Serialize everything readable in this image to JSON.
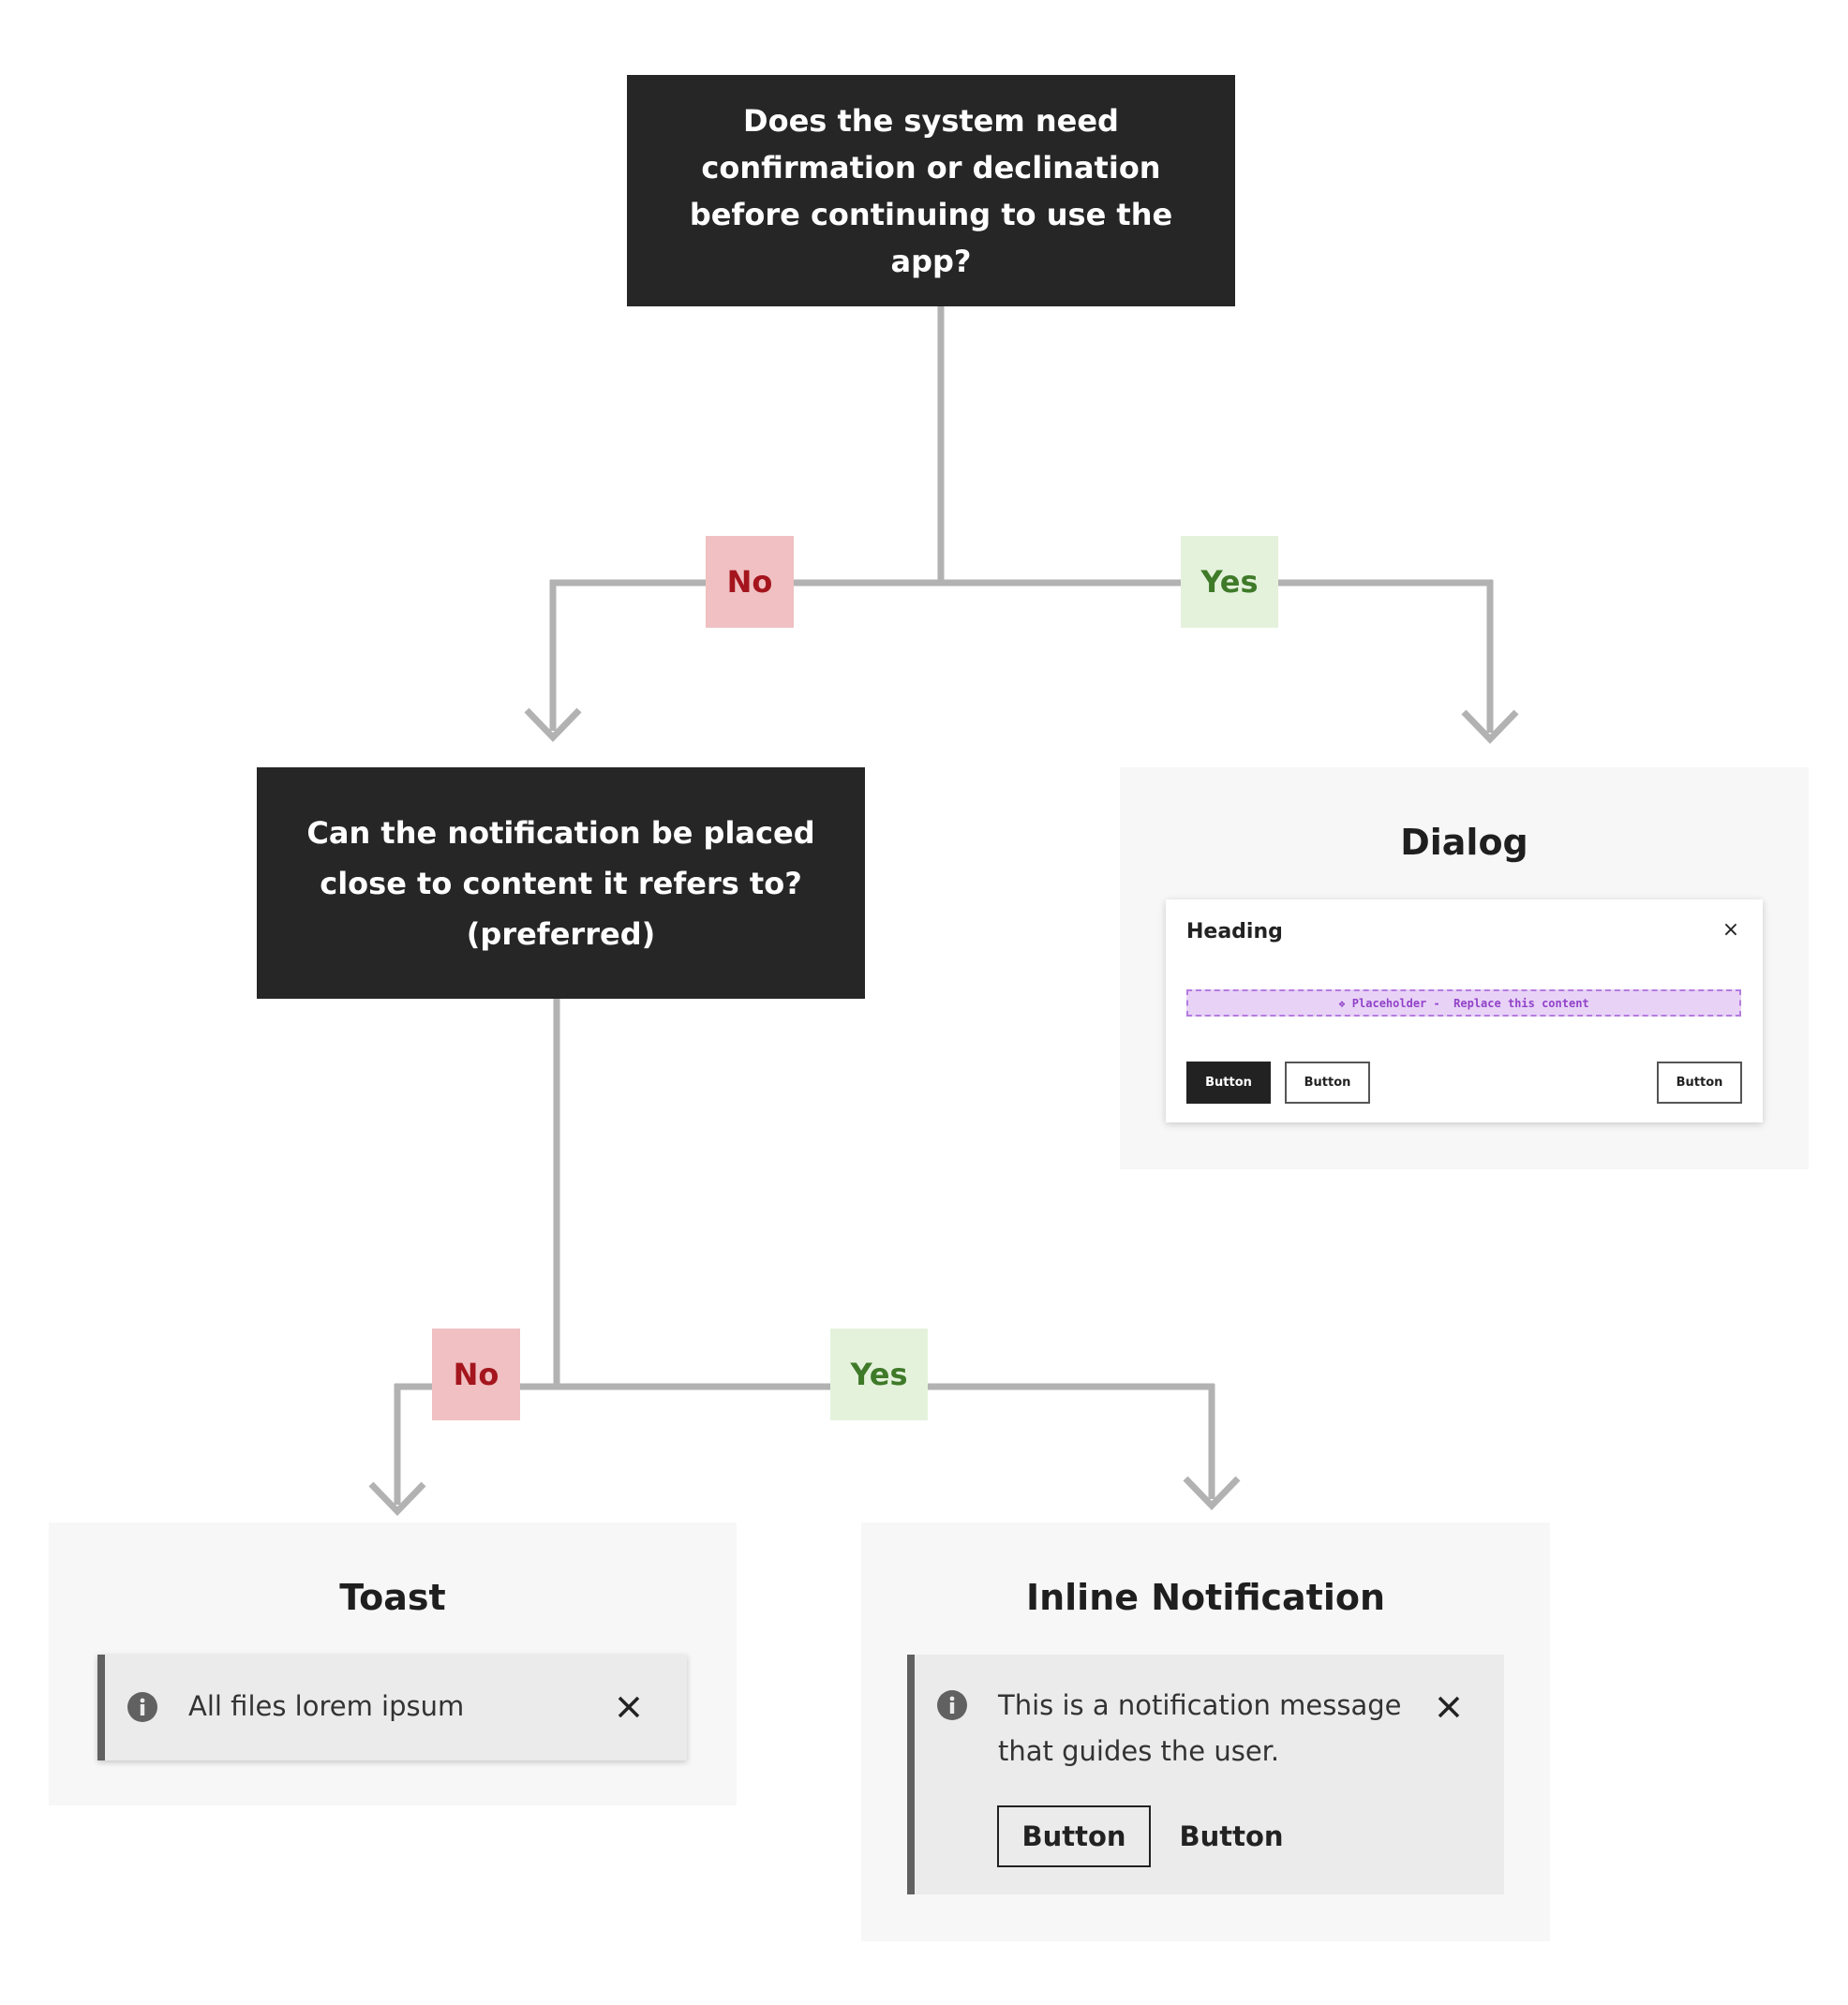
{
  "questions": {
    "q1": "Does the system need confirmation or declination before continuing to use the app?",
    "q2": "Can the notification be placed close to content it refers to? (preferred)"
  },
  "labels": {
    "no": "No",
    "yes": "Yes"
  },
  "dialog": {
    "title": "Dialog",
    "heading": "Heading",
    "close_glyph": "×",
    "placeholder": "❖ Placeholder -  Replace this content",
    "primary_button": "Button",
    "secondary_button": "Button",
    "tertiary_button": "Button"
  },
  "toast": {
    "title": "Toast",
    "message": "All files lorem ipsum"
  },
  "inline_notification": {
    "title": "Inline Notification",
    "message": "This is a notification message that guides the user.",
    "button_outline": "Button",
    "button_ghost": "Button"
  },
  "colors": {
    "question_bg": "#262626",
    "no_bg": "#f0c0c2",
    "no_text": "#a4151d",
    "yes_bg": "#e4f2dc",
    "yes_text": "#3f7a29",
    "connector": "#b2b2b2",
    "placeholder_bg": "#e8d3f7"
  }
}
